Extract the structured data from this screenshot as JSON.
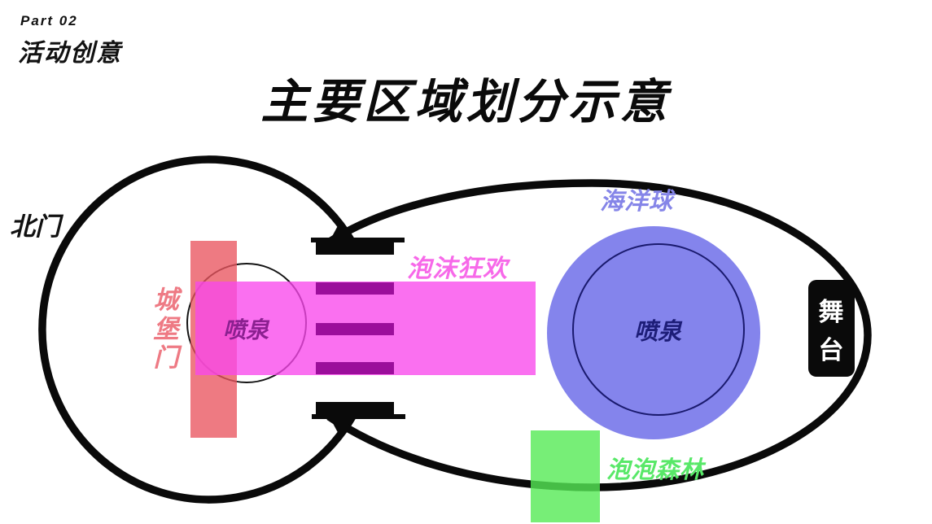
{
  "header": {
    "part": "Part 02",
    "section": "活动创意"
  },
  "title": "主要区域划分示意",
  "map": {
    "north_gate": "北门",
    "castle_gate_chars": [
      "城",
      "堡",
      "门"
    ],
    "fountain_left": "喷泉",
    "foam_carnival": "泡沫狂欢",
    "ocean_balls": "海洋球",
    "fountain_right": "喷泉",
    "bubble_forest": "泡泡森林",
    "stage_chars": [
      "舞",
      "台"
    ],
    "colors": {
      "outline": "#0a0a0a",
      "castle_gate_fill": "#e9555f",
      "castle_gate_label": "#ee7a84",
      "foam_band_fill": "#f948ec",
      "foam_label": "#f769e9",
      "gate_dash": "#9b0e9b",
      "ocean_circle_fill": "#8484ec",
      "ocean_label": "#8585e8",
      "fountain_right_text": "#1d1d78",
      "fountain_left_text": "#8b2090",
      "bubble_forest_fill": "#55ea55",
      "bubble_forest_label": "#58e868",
      "stage_bg": "#0a0a0a",
      "stage_text": "#ffffff"
    }
  }
}
